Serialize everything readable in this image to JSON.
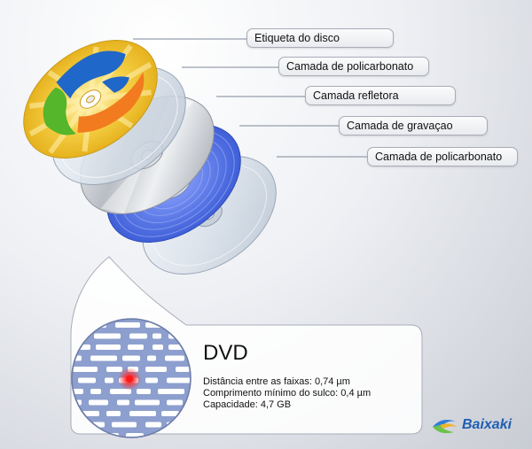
{
  "labels": [
    "Etiqueta do disco",
    "Camada de policarbonato",
    "Camada refletora",
    "Camada de gravaçao",
    "Camada de policarbonato"
  ],
  "dvd": {
    "title": "DVD",
    "specs": [
      "Distância entre as faixas: 0,74 µm",
      "Comprimento mínimo do sulco: 0,4 µm",
      "Capacidade: 4,7 GB"
    ]
  },
  "logo": {
    "text": "Baixaki"
  },
  "colors": {
    "label_yellow": "#f5cf45",
    "label_blue": "#1f67c8",
    "label_green": "#55b52b",
    "label_orange": "#f27a1f",
    "recording_blue": "#4a6ee0",
    "laser_red": "#ff1a1a"
  }
}
